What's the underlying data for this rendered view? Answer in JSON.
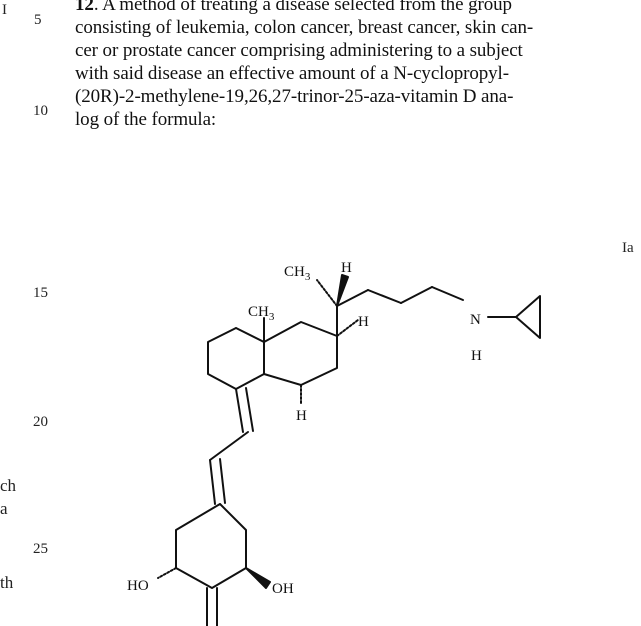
{
  "left_fragment": {
    "formula_label": "I",
    "line_fragments": [
      "ch",
      "a",
      "th"
    ]
  },
  "line_numbers": [
    "5",
    "10",
    "15",
    "20",
    "25"
  ],
  "claim": {
    "number": "12",
    "lines": [
      ". A method of treating a disease selected from the group",
      "consisting of leukemia, colon cancer, breast cancer, skin can-",
      "cer or prostate cancer comprising administering to a subject",
      "with said disease an effective amount of a N-cyclopropyl-",
      "(20R)-2-methylene-19,26,27-trinor-25-aza-vitamin D ana-",
      "log of the formula:"
    ]
  },
  "figure": {
    "label": "Ia",
    "atoms": {
      "ch3_top": "CH",
      "ch3_top_sub": "3",
      "h_top": "H",
      "ch3_mid": "CH",
      "ch3_mid_sub": "3",
      "h_ring": "H",
      "n": "N",
      "h_n": "H",
      "h_bottom": "H",
      "ho": "HO",
      "oh": "OH"
    }
  }
}
